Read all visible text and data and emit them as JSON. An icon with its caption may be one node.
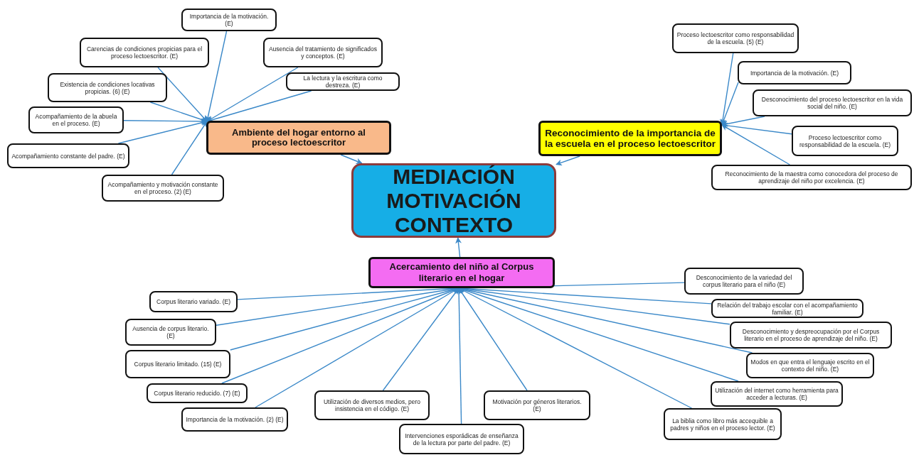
{
  "diagram": {
    "nodes": [
      {
        "text": [
          "MEDIACIÓN MOTIVACIÓN CONTEXTO"
        ]
      },
      {
        "text": [
          "Ambiente del hogar entorno al proceso lectoescritor"
        ]
      },
      {
        "text": [
          "Reconocimiento de la importancia de la escuela en el proceso lectoescritor"
        ]
      },
      {
        "text": [
          "Acercamiento del niño al Corpus literario en el hogar"
        ]
      },
      {
        "text": [
          "Importancia de la motivación. (E)"
        ]
      },
      {
        "text": [
          "Carencias de condiciones propicias para el proceso lectoescritor. (E)"
        ]
      },
      {
        "text": [
          "Ausencia del tratamiento de significados y conceptos. (E)"
        ]
      },
      {
        "text": [
          "La lectura y la escritura como destreza. (E)"
        ]
      },
      {
        "text": [
          "Existencia de condiciones locativas propicias. (6) (E)"
        ]
      },
      {
        "text": [
          "Acompañamiento de la abuela en el proceso. (E)"
        ]
      },
      {
        "text": [
          "Acompañamiento constante del padre. (E)"
        ]
      },
      {
        "text": [
          "Acompañamiento y motivación constante en el proceso. (2) (E)"
        ]
      },
      {
        "text": [
          "Proceso lectoescritor como responsabilidad de la escuela. (5) (E)"
        ]
      },
      {
        "text": [
          "Importancia de la motivación. (E)"
        ]
      },
      {
        "text": [
          "Desconocimiento del proceso lectoescritor en la vida social del niño. (E)"
        ]
      },
      {
        "text": [
          "Proceso lectoescritor como responsabilidad de la escuela. (E)"
        ]
      },
      {
        "text": [
          "Reconocimiento de la maestra como conocedora del proceso de aprendizaje del niño por excelencia. (E)"
        ]
      },
      {
        "text": [
          "Corpus literario variado. (E)"
        ]
      },
      {
        "text": [
          "Ausencia de corpus literario. (E)"
        ]
      },
      {
        "text": [
          "Corpus literario limitado. (15) (E)"
        ]
      },
      {
        "text": [
          "Corpus literario reducido. (7) (E)"
        ]
      },
      {
        "text": [
          "Importancia de la motivación. (2) (E)"
        ]
      },
      {
        "text": [
          "Utilización de diversos medios, pero insistencia en el código. (E)"
        ]
      },
      {
        "text": [
          "Intervenciones esporádicas de enseñanza de la lectura por parte del padre. (E)"
        ]
      },
      {
        "text": [
          "Motivación por géneros literarios. (E)"
        ]
      },
      {
        "text": [
          "Desconocimiento de la variedad del corpus literario para el niño (E)"
        ]
      },
      {
        "text": [
          "Relación del trabajo escolar con el acompañamiento familiar. (E)"
        ]
      },
      {
        "text": [
          "Desconocimiento y despreocupación por el Corpus literario en el proceso de aprendizaje del niño. (E)"
        ]
      },
      {
        "text": [
          "Modos en que entra el lenguaje escrito en el contexto del niño. (E)"
        ]
      },
      {
        "text": [
          "Utilización del internet como herramienta para acceder a lecturas. (E)"
        ]
      },
      {
        "text": [
          "La biblia como libro más accequible a padres y niños en el proceso lector. (E)"
        ]
      }
    ],
    "edges": [
      {
        "from": 1,
        "to": 0,
        "arrow": "to"
      },
      {
        "from": 2,
        "to": 0,
        "arrow": "to"
      },
      {
        "from": 3,
        "to": 0,
        "arrow": "to"
      },
      {
        "from": 4,
        "to": 1,
        "arrow": "to"
      },
      {
        "from": 5,
        "to": 1,
        "arrow": "to"
      },
      {
        "from": 6,
        "to": 1,
        "arrow": "to"
      },
      {
        "from": 7,
        "to": 1,
        "arrow": "to"
      },
      {
        "from": 8,
        "to": 1,
        "arrow": "to"
      },
      {
        "from": 9,
        "to": 1,
        "arrow": "to"
      },
      {
        "from": 10,
        "to": 1,
        "arrow": "to"
      },
      {
        "from": 11,
        "to": 1,
        "arrow": "to"
      },
      {
        "from": 12,
        "to": 2,
        "arrow": "to"
      },
      {
        "from": 13,
        "to": 2,
        "arrow": "to"
      },
      {
        "from": 14,
        "to": 2,
        "arrow": "to"
      },
      {
        "from": 15,
        "to": 2,
        "arrow": "to"
      },
      {
        "from": 16,
        "to": 2,
        "arrow": "to"
      },
      {
        "from": 17,
        "to": 3,
        "arrow": "to"
      },
      {
        "from": 18,
        "to": 3,
        "arrow": "to"
      },
      {
        "from": 19,
        "to": 3,
        "arrow": "to"
      },
      {
        "from": 20,
        "to": 3,
        "arrow": "to"
      },
      {
        "from": 21,
        "to": 3,
        "arrow": "to"
      },
      {
        "from": 22,
        "to": 3,
        "arrow": "to"
      },
      {
        "from": 23,
        "to": 3,
        "arrow": "to"
      },
      {
        "from": 24,
        "to": 3,
        "arrow": "to"
      },
      {
        "from": 25,
        "to": 3,
        "arrow": "to"
      },
      {
        "from": 26,
        "to": 3,
        "arrow": "to"
      },
      {
        "from": 27,
        "to": 3,
        "arrow": "to"
      },
      {
        "from": 28,
        "to": 3,
        "arrow": "to"
      },
      {
        "from": 29,
        "to": 3,
        "arrow": "to"
      },
      {
        "from": 30,
        "to": 3,
        "arrow": "to"
      }
    ]
  }
}
